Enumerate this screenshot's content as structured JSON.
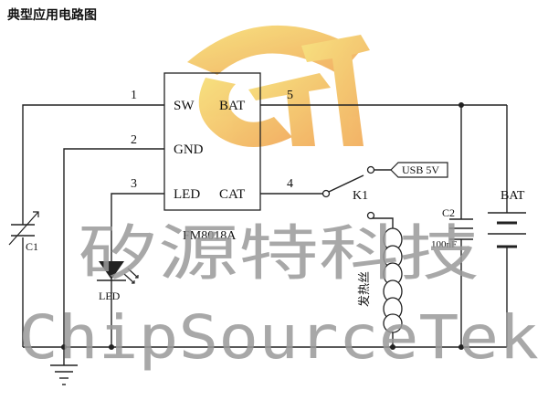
{
  "title": "典型应用电路图",
  "chip": {
    "part_number": "FM8018A",
    "pins": {
      "sw": {
        "num": "1",
        "name": "SW"
      },
      "gnd": {
        "num": "2",
        "name": "GND"
      },
      "led": {
        "num": "3",
        "name": "LED"
      },
      "cat": {
        "num": "4",
        "name": "CAT"
      },
      "bat": {
        "num": "5",
        "name": "BAT"
      }
    }
  },
  "components": {
    "c1": "C1",
    "c2": "C2",
    "c2_value": "100nF",
    "led": "LED",
    "switch": "K1",
    "usb": "USB 5V",
    "battery": "BAT",
    "heater": "发热丝"
  },
  "watermark": {
    "chinese": "矽源特科技",
    "english": "ChipSourceTek"
  },
  "colors": {
    "logo_gradient_start": "#f6dc6a",
    "logo_gradient_end": "#f0a24a",
    "watermark": "#9a9a9a",
    "wire": "#222222"
  }
}
